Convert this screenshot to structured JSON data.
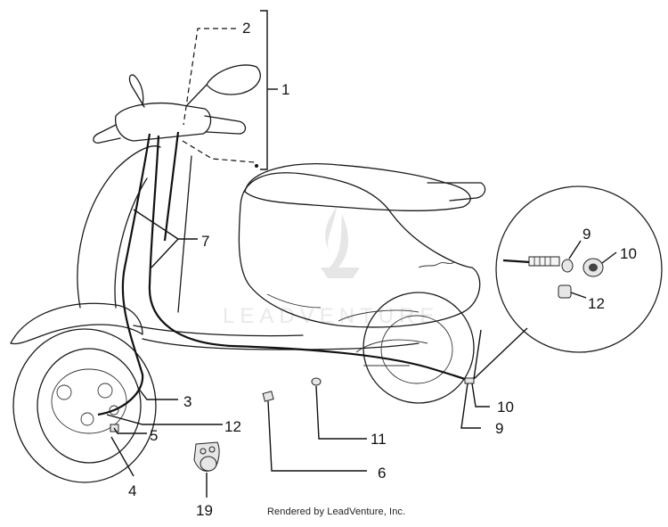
{
  "diagram": {
    "callouts": {
      "c1": "1",
      "c2": "2",
      "c3": "3",
      "c4": "4",
      "c5": "5",
      "c6": "6",
      "c7": "7",
      "c9a": "9",
      "c9b": "9",
      "c10a": "10",
      "c10b": "10",
      "c11": "11",
      "c12a": "12",
      "c12b": "12",
      "c19": "19"
    },
    "credit": "Rendered by LeadVenture, Inc.",
    "watermark": "LEADVENTURE"
  }
}
